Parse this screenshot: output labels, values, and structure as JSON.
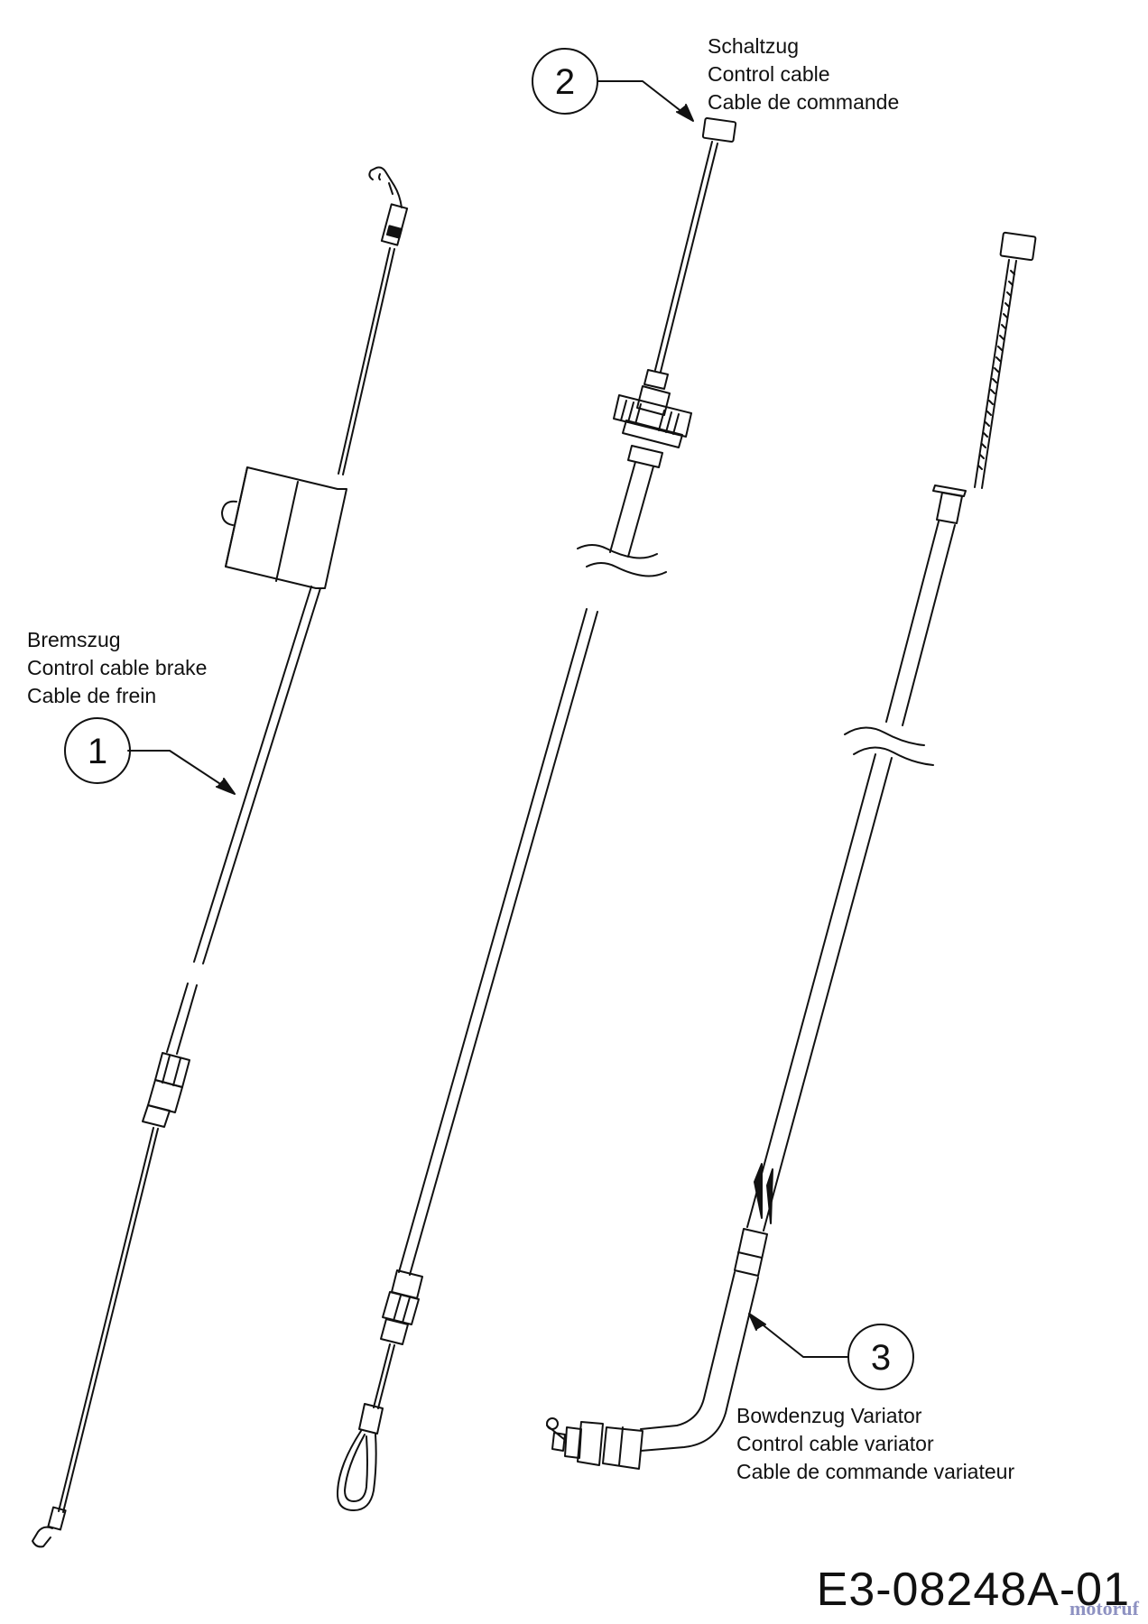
{
  "parts": [
    {
      "num": "1",
      "lines": [
        "Bremszug",
        "Control cable brake",
        "Cable de frein"
      ]
    },
    {
      "num": "2",
      "lines": [
        "Schaltzug",
        "Control cable",
        "Cable de commande"
      ]
    },
    {
      "num": "3",
      "lines": [
        "Bowdenzug Variator",
        "Control cable variator",
        "Cable de commande variateur"
      ]
    }
  ],
  "drawing_code": "E3-08248A-01",
  "watermark": "motoruf"
}
